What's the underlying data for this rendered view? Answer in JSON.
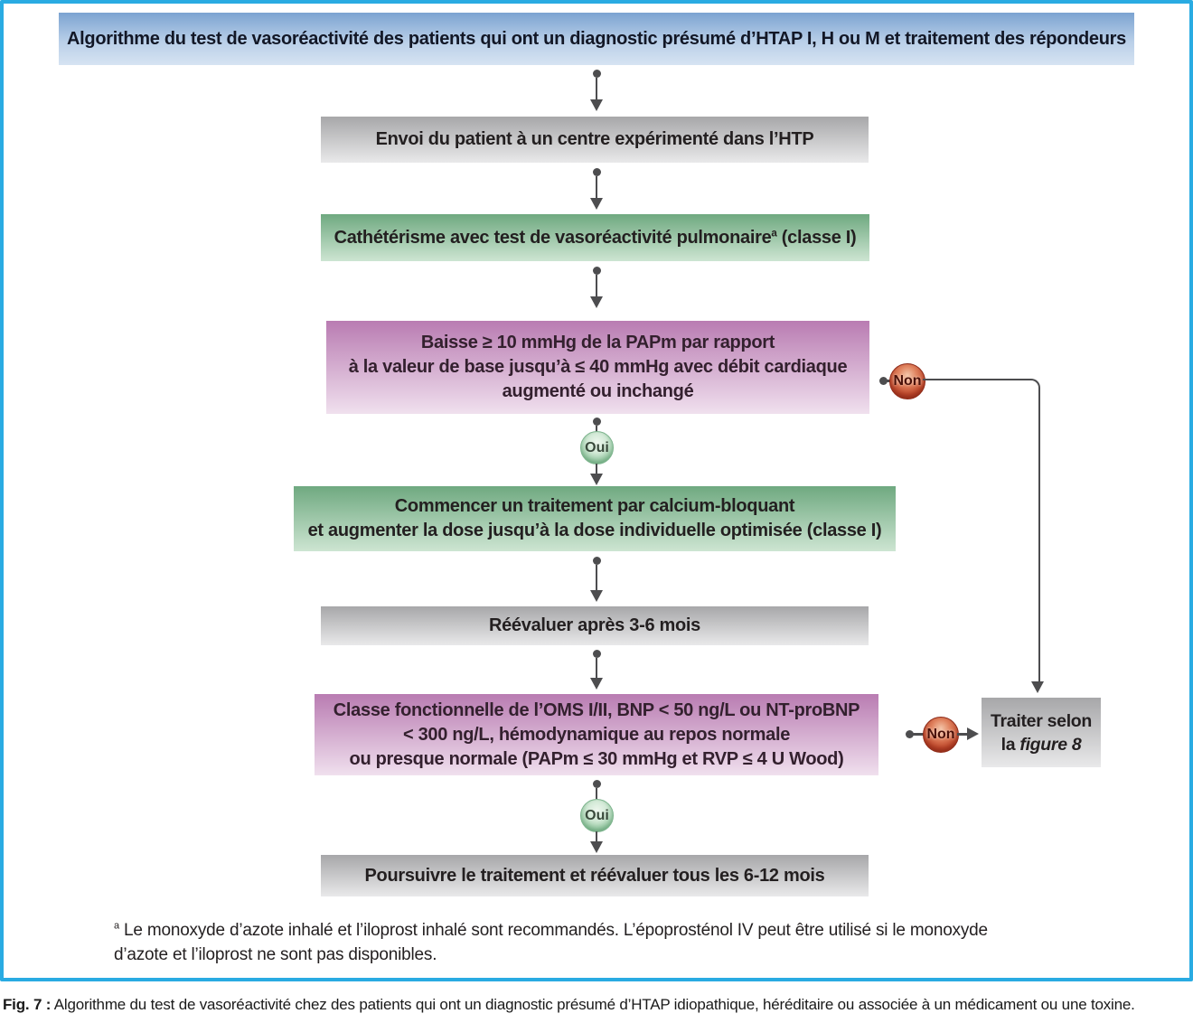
{
  "flowchart": {
    "title": "Algorithme du test de vasoréactivité des patients qui ont un diagnostic présumé d’HTAP I, H ou M et traitement des répondeurs",
    "steps": {
      "envoi": "Envoi du patient à un centre expérimenté dans l’HTP",
      "catheterisme": {
        "text": "Cathétérisme avec test de vasoréactivité pulmonaire",
        "footnote_marker": "a",
        "suffix": " (classe I)"
      },
      "baisse_lines": [
        "Baisse ≥ 10 mmHg de la PAPm par rapport",
        "à la valeur de base jusqu’à ≤ 40 mmHg avec débit cardiaque",
        "augmenté ou inchangé"
      ],
      "commencer_lines": [
        "Commencer un traitement par calcium-bloquant",
        "et augmenter la dose jusqu’à la dose individuelle optimisée (classe I)"
      ],
      "reevaluer": "Réévaluer après 3-6 mois",
      "classe_lines": [
        "Classe fonctionnelle de l’OMS I/II, BNP < 50 ng/L ou NT-proBNP",
        "< 300 ng/L, hémodynamique au repos normale",
        "ou presque normale (PAPm ≤ 30 mmHg et RVP ≤ 4 U Wood)"
      ],
      "poursuivre": "Poursuivre le traitement et réévaluer tous les 6-12 mois",
      "traiter": {
        "line1": "Traiter selon",
        "line2_prefix": "la ",
        "line2_emphasis": "figure 8"
      }
    },
    "decision_labels": {
      "oui": "Oui",
      "non": "Non"
    },
    "footnote": {
      "marker": "a",
      "lines": [
        " Le monoxyde d’azote inhalé et l’iloprost inhalé sont recommandés. L’époprosténol IV peut être utilisé si le monoxyde",
        "d’azote et l’iloprost ne sont pas disponibles."
      ]
    },
    "colors": {
      "panel_border": "#29ABE2",
      "connector": "#4D4D4F",
      "title_box_top": "#7BA3D1",
      "gray_box_top": "#A7A7A9",
      "green_box_top": "#6FA980",
      "pink_box_top": "#B97CB2",
      "non_badge": "#C2492C",
      "oui_badge": "#94C8A1"
    }
  },
  "caption": {
    "label": "Fig. 7 :",
    "text": " Algorithme du test de vasoréactivité chez des patients qui ont un diagnostic présumé d’HTAP idiopathique, héréditaire ou associée à un médicament ou une toxine."
  }
}
